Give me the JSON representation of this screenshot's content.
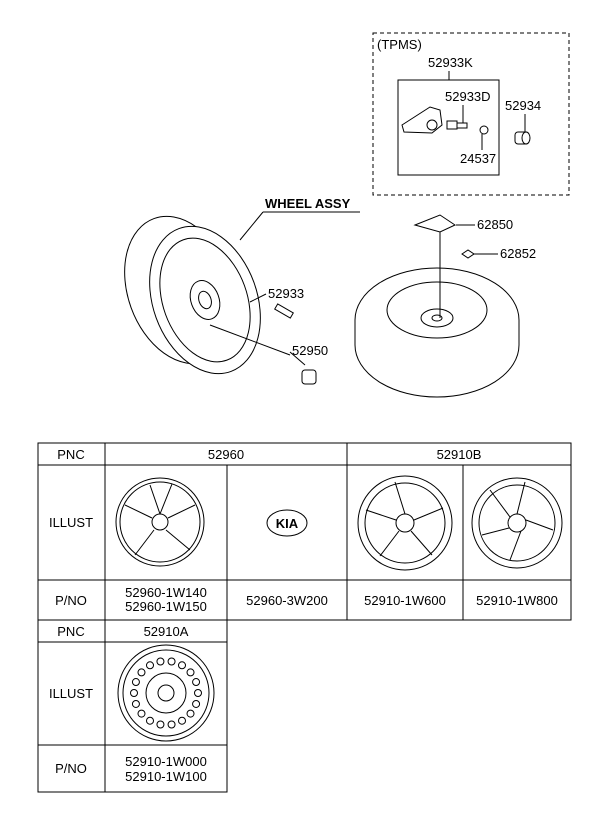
{
  "diagram": {
    "tpms_group_label": "(TPMS)",
    "callouts": {
      "tpms_kit": "52933K",
      "tpms_valve": "52933D",
      "tpms_cap": "52934",
      "tpms_nut": "24537",
      "wheel_assy": "WHEEL ASSY",
      "valve": "52933",
      "lug_nut": "52950",
      "spare_carrier": "62850",
      "spare_bolt": "62852"
    }
  },
  "table1": {
    "row_labels": {
      "pnc": "PNC",
      "illust": "ILLUST",
      "pno": "P/NO"
    },
    "groups": [
      "52960",
      "52910B"
    ],
    "columns": [
      {
        "pno": [
          "52960-1W140",
          "52960-1W150"
        ],
        "illust": "wheel-cover-icon"
      },
      {
        "pno": [
          "52960-3W200"
        ],
        "illust": "kia-emblem-icon",
        "emblem_text": "KIA"
      },
      {
        "pno": [
          "52910-1W600"
        ],
        "illust": "alloy-wheel-icon"
      },
      {
        "pno": [
          "52910-1W800"
        ],
        "illust": "alloy-wheel-icon"
      }
    ]
  },
  "table2": {
    "row_labels": {
      "pnc": "PNC",
      "illust": "ILLUST",
      "pno": "P/NO"
    },
    "group": "52910A",
    "pno": [
      "52910-1W000",
      "52910-1W100"
    ]
  }
}
